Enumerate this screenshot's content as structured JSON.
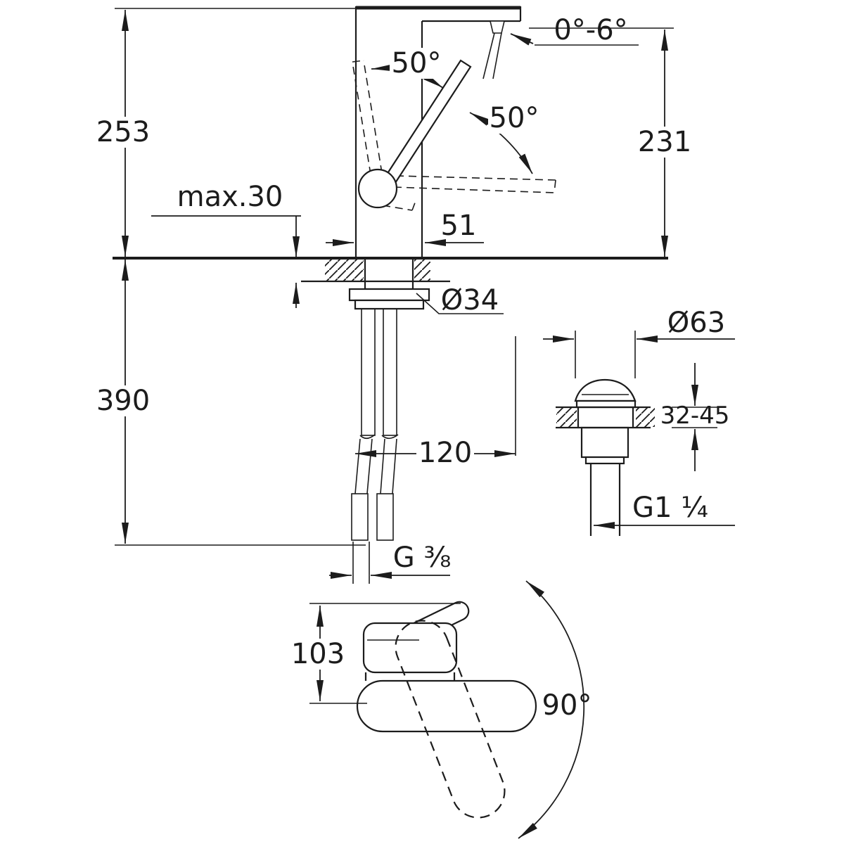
{
  "diagram": {
    "type": "technical-dimension-drawing",
    "subject": "Single-lever basin mixer tap with pop-up waste set — installation dimensions",
    "units": "mm",
    "colors": {
      "line": "#1c1c1c",
      "background": "#ffffff"
    },
    "side_view": {
      "overall_height": "253",
      "outlet_height": "231",
      "aerator_tilt_range": "0°-6°",
      "lever_lift_angle": "50°",
      "lever_swivel_angle": "50°",
      "max_mounting_thickness": "max.30",
      "body_width": "51",
      "mounting_hole_diameter": "Ø34",
      "below_deck_length": "390",
      "hose_length": "120",
      "supply_thread": "G ³⁄₈"
    },
    "waste_view": {
      "flange_diameter": "Ø63",
      "deck_thickness_range": "32-45",
      "waste_thread": "G1 ¹⁄₄"
    },
    "front_view": {
      "spout_height": "103",
      "spout_swivel_range": "90°"
    }
  }
}
